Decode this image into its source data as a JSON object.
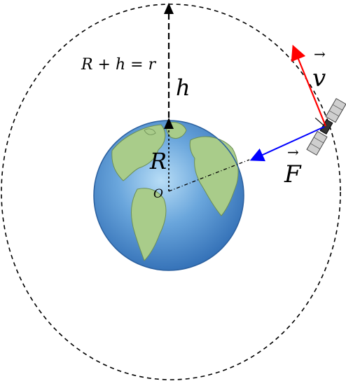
{
  "labels": {
    "orbit_radius": "R + h = r",
    "altitude": "h",
    "earth_radius": "R",
    "center": "O",
    "velocity": "v",
    "force": "F",
    "vector_arrow": "→"
  },
  "colors": {
    "velocity": "#ff0000",
    "force": "#0000ff",
    "orbit": "#000000",
    "ocean": "#3f7fc8",
    "ocean_light": "#9ecdf0",
    "land": "#a9cc8a"
  },
  "icons": {
    "planet": "earth-icon",
    "spacecraft": "satellite-icon"
  }
}
